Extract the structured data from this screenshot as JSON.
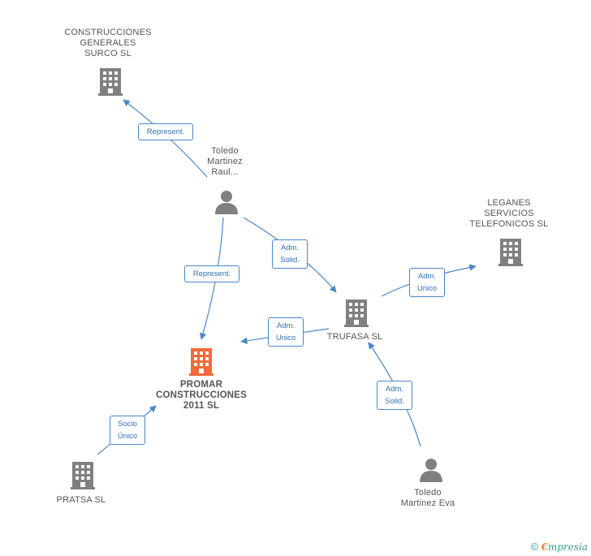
{
  "colors": {
    "edge": "#4a86c8",
    "node_icon": "#808080",
    "main_node_icon": "#f26a3a"
  },
  "nodes": {
    "construcciones_surco": {
      "lines": [
        "CONSTRUCCIONES",
        "GENERALES",
        "SURCO SL"
      ],
      "icon": "building-icon"
    },
    "toledo_raul": {
      "lines": [
        "Toledo",
        "Martinez",
        "Raul..."
      ],
      "icon": "person-icon"
    },
    "leganes": {
      "lines": [
        "LEGANES",
        "SERVICIOS",
        "TELEFONICOS SL"
      ],
      "icon": "building-icon"
    },
    "trufasa": {
      "lines": [
        "TRUFASA SL"
      ],
      "icon": "building-icon"
    },
    "promar": {
      "lines": [
        "PROMAR",
        "CONSTRUCCIONES",
        "2011  SL"
      ],
      "icon": "building-icon"
    },
    "pratsa": {
      "lines": [
        "PRATSA SL"
      ],
      "icon": "building-icon"
    },
    "toledo_eva": {
      "lines": [
        "Toledo",
        "Martinez Eva"
      ],
      "icon": "person-icon"
    }
  },
  "edges": {
    "raul_surco": {
      "lines": [
        "Represent."
      ]
    },
    "raul_promar": {
      "lines": [
        "Represent."
      ]
    },
    "raul_trufasa": {
      "lines": [
        "Adm.",
        "Solid."
      ]
    },
    "trufasa_leganes": {
      "lines": [
        "Adm.",
        "Unico"
      ]
    },
    "trufasa_promar": {
      "lines": [
        "Adm.",
        "Unico"
      ]
    },
    "eva_trufasa": {
      "lines": [
        "Adm.",
        "Solid."
      ]
    },
    "pratsa_promar": {
      "lines": [
        "Socio",
        "Único"
      ]
    }
  },
  "footer": {
    "copyright": "©",
    "brand_initial": "€",
    "brand_rest": "mpresia"
  }
}
